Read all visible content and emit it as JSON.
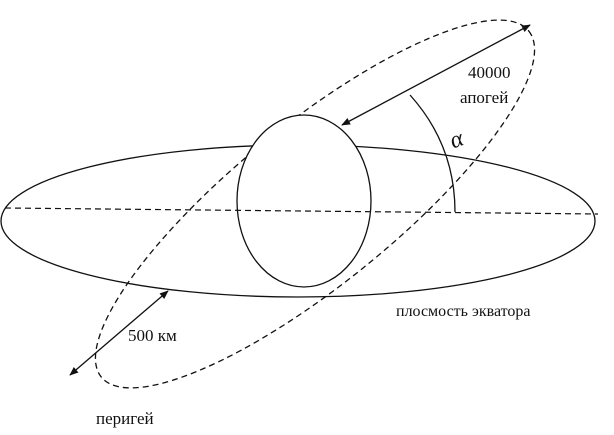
{
  "diagram": {
    "labels": {
      "apogee_value": "40000",
      "apogee": "апогей",
      "perigee_distance": "500 км",
      "perigee": "перигей",
      "equator_plane": "плосмость экватора",
      "angle": "α"
    },
    "colors": {
      "stroke": "#111111",
      "background": "#ffffff"
    }
  }
}
